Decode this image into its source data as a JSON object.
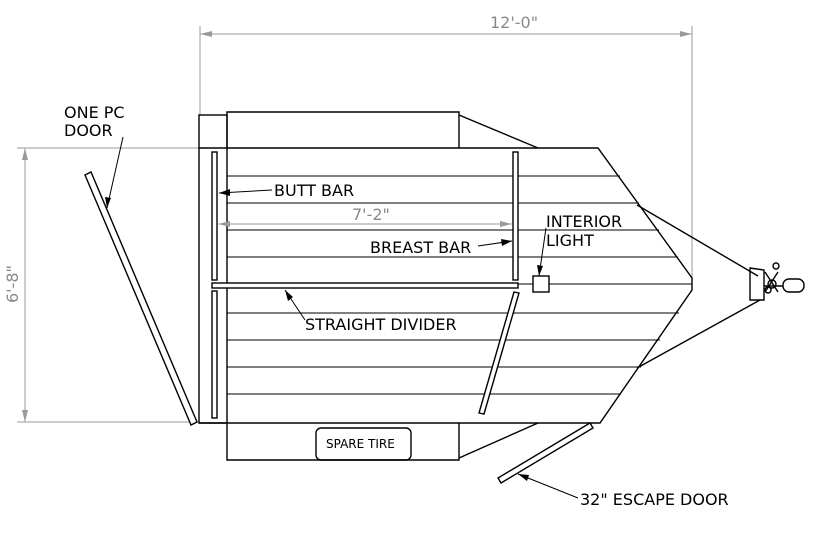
{
  "dimensions": {
    "overall_length": "12'-0\"",
    "overall_width": "6'-8\"",
    "stall_length": "7'-2\""
  },
  "labels": {
    "one_pc_door": [
      "ONE PC",
      "DOOR"
    ],
    "butt_bar": "BUTT BAR",
    "breast_bar": "BREAST BAR",
    "interior_light": [
      "INTERIOR",
      "LIGHT"
    ],
    "straight_divider": "STRAIGHT DIVIDER",
    "spare_tire": "SPARE TIRE",
    "escape_door": "32\" ESCAPE DOOR"
  }
}
